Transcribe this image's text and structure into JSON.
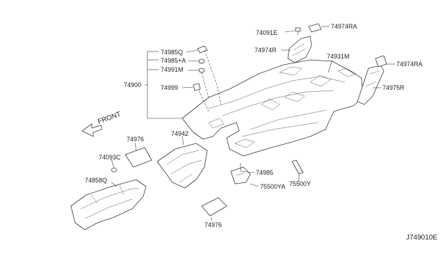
{
  "diagram_code": "J749010E",
  "front_label": "FRONT",
  "parts": [
    {
      "id": "74091E"
    },
    {
      "id": "74974RA"
    },
    {
      "id": "74974R"
    },
    {
      "id": "74985Q"
    },
    {
      "id": "74985+A"
    },
    {
      "id": "74991M"
    },
    {
      "id": "74900"
    },
    {
      "id": "74999"
    },
    {
      "id": "74931M"
    },
    {
      "id": "74975R"
    },
    {
      "id": "74976"
    },
    {
      "id": "74942"
    },
    {
      "id": "74093C"
    },
    {
      "id": "74858Q"
    },
    {
      "id": "74985"
    },
    {
      "id": "75500YA"
    },
    {
      "id": "75500Y"
    }
  ]
}
